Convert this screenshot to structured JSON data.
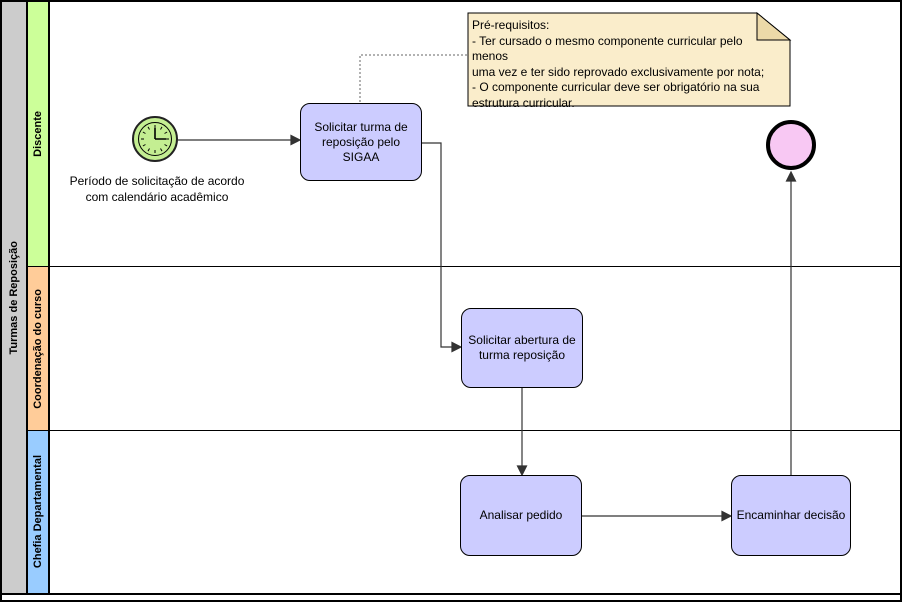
{
  "diagram": {
    "pool": {
      "title": "Turmas de Reposição"
    },
    "lanes": [
      {
        "label": "Discente",
        "color": "#ccff99"
      },
      {
        "label": "Coordenação do curso",
        "color": "#ffcc99"
      },
      {
        "label": "Chefia Departamental",
        "color": "#99ccff"
      }
    ],
    "start_event": {
      "type": "timer-start-event",
      "label": "Período de solicitação de acordo com calendário acadêmico",
      "fill": "#c4ee92"
    },
    "end_event": {
      "type": "end-event",
      "fill": "#f8c8f3"
    },
    "tasks": [
      {
        "lane": "Discente",
        "label": "Solicitar turma de reposição pelo SIGAA"
      },
      {
        "lane": "Coordenação do curso",
        "label": "Solicitar abertura de turma reposição"
      },
      {
        "lane": "Chefia Departamental",
        "label": "Analisar pedido"
      },
      {
        "lane": "Chefia Departamental",
        "label": "Encaminhar decisão"
      }
    ],
    "note": {
      "fill": "#faedcb",
      "lines": [
        "Pré-requisitos:",
        "-  Ter cursado o mesmo componente curricular pelo menos",
        "uma vez e ter sido reprovado exclusivamente por nota;",
        "- O componente curricular deve ser obrigatório na sua",
        "estrutura curricular."
      ]
    },
    "flows": [
      {
        "from": "timer-start-event",
        "to": "Solicitar turma de reposição pelo SIGAA"
      },
      {
        "from": "Solicitar turma de reposição pelo SIGAA",
        "to": "Solicitar abertura de turma reposição"
      },
      {
        "from": "Solicitar abertura de turma reposição",
        "to": "Analisar pedido"
      },
      {
        "from": "Analisar pedido",
        "to": "Encaminhar decisão"
      },
      {
        "from": "Encaminhar decisão",
        "to": "end-event"
      },
      {
        "from": "Solicitar turma de reposição pelo SIGAA",
        "to": "note",
        "style": "dotted-association"
      }
    ],
    "colors": {
      "task_fill": "#ccccff",
      "pool_bar": "#cccccc",
      "connector": "#333333"
    }
  }
}
